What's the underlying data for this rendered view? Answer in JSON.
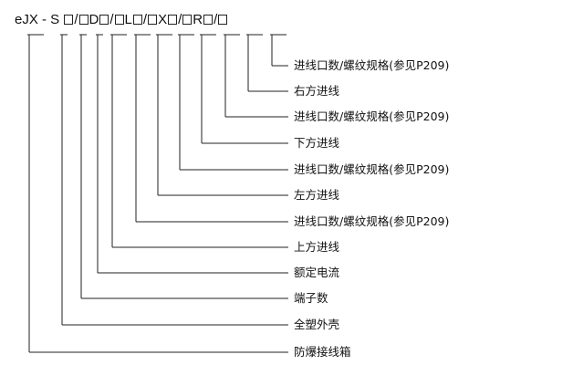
{
  "code": {
    "segments": [
      {
        "t": "text",
        "v": "eJX - S "
      },
      {
        "t": "box"
      },
      {
        "t": "text",
        "v": "/"
      },
      {
        "t": "box"
      },
      {
        "t": "text",
        "v": "D"
      },
      {
        "t": "box"
      },
      {
        "t": "text",
        "v": "/"
      },
      {
        "t": "box"
      },
      {
        "t": "text",
        "v": "L"
      },
      {
        "t": "box"
      },
      {
        "t": "text",
        "v": "/"
      },
      {
        "t": "box"
      },
      {
        "t": "text",
        "v": "X"
      },
      {
        "t": "box"
      },
      {
        "t": "text",
        "v": "/"
      },
      {
        "t": "box"
      },
      {
        "t": "text",
        "v": "R"
      },
      {
        "t": "box"
      },
      {
        "t": "text",
        "v": "/"
      },
      {
        "t": "box"
      }
    ]
  },
  "labels": [
    "进线口数/螺纹规格(参见P209)",
    "右方进线",
    "进线口数/螺纹规格(参见P209)",
    "下方进线",
    "进线口数/螺纹规格(参见P209)",
    "左方进线",
    "进线口数/螺纹规格(参见P209)",
    "上方进线",
    "额定电流",
    "端子数",
    "全塑外壳",
    "防爆接线箱"
  ],
  "colors": {
    "line": "#222222",
    "text": "#111111"
  }
}
